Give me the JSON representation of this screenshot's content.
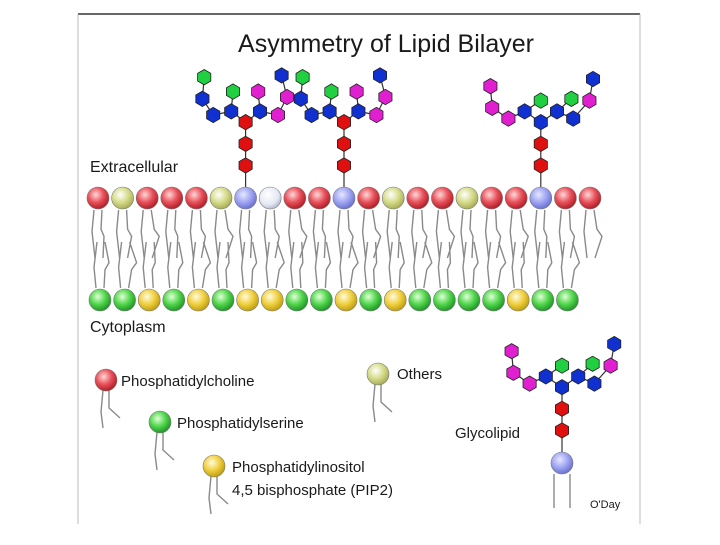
{
  "title": "Asymmetry of Lipid Bilayer",
  "labels": {
    "extracellular": "Extracellular",
    "cytoplasm": "Cytoplasm",
    "glycolipid": "Glycolipid",
    "credit": "O'Day"
  },
  "legend": {
    "phosphatidylcholine": "Phosphatidylcholine",
    "phosphatidylserine": "Phosphatidylserine",
    "pip2_line1": "Phosphatidylinositol",
    "pip2_line2": "4,5 bisphosphate (PIP2)",
    "others": "Others"
  },
  "colors": {
    "phosphatidylcholine": "#e8505a",
    "phosphatidylserine": "#52d64c",
    "pip2": "#f0d040",
    "others": "#d6dc8a",
    "glycolipid_head": "#9aa0f0",
    "sugar_red": "#e01010",
    "sugar_blue": "#1030d0",
    "sugar_magenta": "#e020d0",
    "sugar_green": "#20d040"
  },
  "outer_leaflet": [
    "PC",
    "OT",
    "PC",
    "PC",
    "PC",
    "OT",
    "GL",
    "WH",
    "PC",
    "PC",
    "GL",
    "PC",
    "OT",
    "PC",
    "PC",
    "OT",
    "PC",
    "PC",
    "GL",
    "PC",
    "PC"
  ],
  "inner_leaflet": [
    "PS",
    "PS",
    "PIP",
    "PS",
    "PIP",
    "PS",
    "PIP",
    "PIP",
    "PS",
    "PS",
    "PIP",
    "PS",
    "PIP",
    "PS",
    "PS",
    "PS",
    "PS",
    "PIP",
    "PS",
    "PS"
  ]
}
